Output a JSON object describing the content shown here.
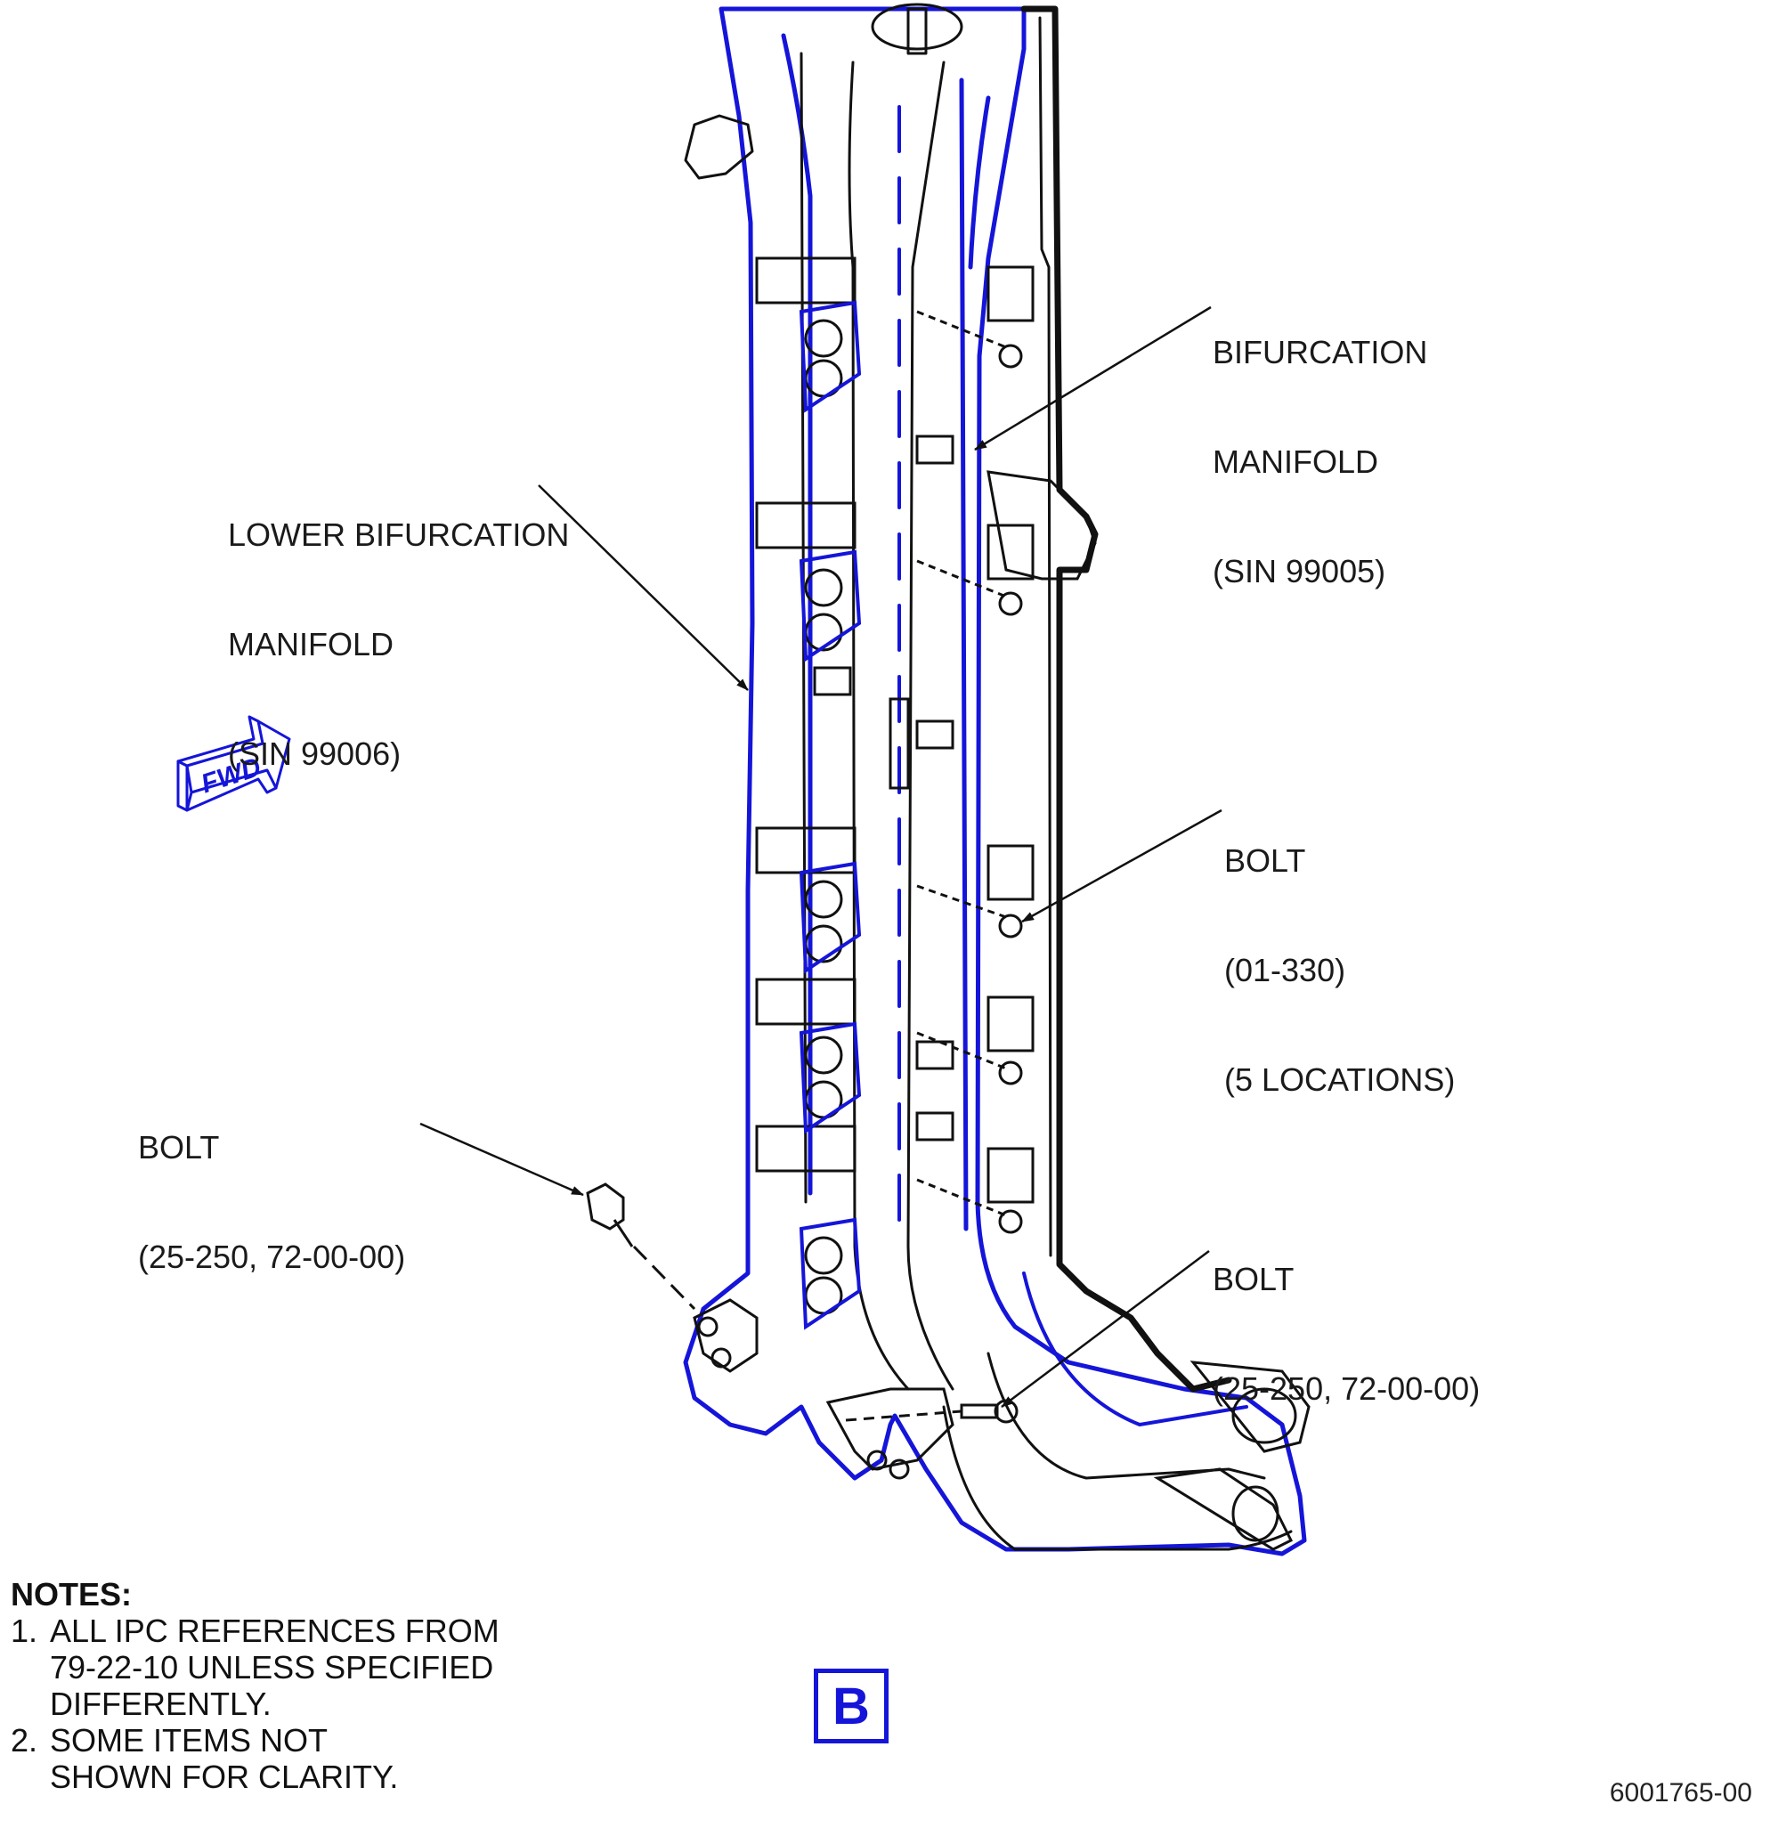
{
  "callouts": {
    "bifurcation_manifold": [
      "BIFURCATION",
      "MANIFOLD",
      "(SIN 99005)"
    ],
    "lower_bifurcation_manifold": [
      "LOWER BIFURCATION",
      "MANIFOLD",
      "(SIN 99006)"
    ],
    "bolt_01_330": [
      "BOLT",
      "(01-330)",
      "(5 LOCATIONS)"
    ],
    "bolt_left": [
      "BOLT",
      "(25-250, 72-00-00)"
    ],
    "bolt_right": [
      "BOLT",
      "(25-250, 72-00-00)"
    ]
  },
  "fwd_label": "FWD",
  "notes": {
    "heading": "NOTES:",
    "items": [
      {
        "num": "1.",
        "lines": [
          "ALL IPC REFERENCES FROM",
          "79-22-10 UNLESS SPECIFIED",
          "DIFFERENTLY."
        ]
      },
      {
        "num": "2.",
        "lines": [
          "SOME ITEMS NOT",
          "SHOWN FOR CLARITY."
        ]
      }
    ]
  },
  "view_label": "B",
  "drawing_number": "6001765-00",
  "colors": {
    "highlight": "#1515d9",
    "line": "#111111"
  }
}
